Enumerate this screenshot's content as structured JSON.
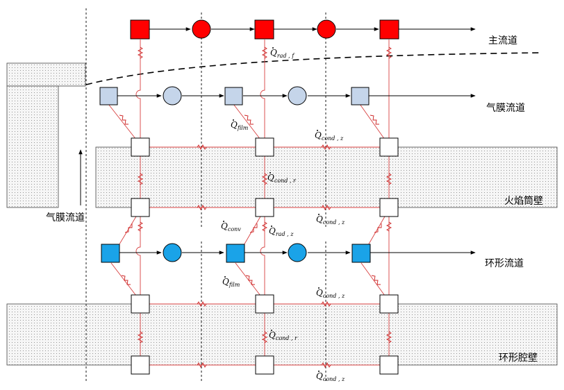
{
  "labels": {
    "main_channel": "主流道",
    "film_channel": "气膜流道",
    "flame_tube_wall": "火焰筒壁",
    "annular_channel": "环形流道",
    "annular_cavity_wall": "环形腔壁",
    "film_channel_vertical": "气膜流道"
  },
  "heat_terms": {
    "rad_f": {
      "symbol": "Q",
      "sub": "rad , f"
    },
    "film_1": {
      "symbol": "Q",
      "sub": "film"
    },
    "cond_z_1": {
      "symbol": "Q",
      "sub": "cond , z"
    },
    "cond_r_1": {
      "symbol": "Q",
      "sub": "cond , r"
    },
    "cond_z_2": {
      "symbol": "Q",
      "sub": "cond , z"
    },
    "conv": {
      "symbol": "Q",
      "sub": "conv"
    },
    "rad_z": {
      "symbol": "Q",
      "sub": "rad , z"
    },
    "film_2": {
      "symbol": "Q",
      "sub": "film"
    },
    "cond_z_3": {
      "symbol": "Q",
      "sub": "cond , z"
    },
    "cond_r_2": {
      "symbol": "Q",
      "sub": "cond , r"
    },
    "cond_z_4": {
      "symbol": "Q",
      "sub": "cond , z"
    }
  },
  "colors": {
    "main_node": "#ff0000",
    "film_node": "#c5d5ea",
    "annular_node": "#1aa3e8",
    "wall_node": "#ffffff",
    "resistor": "#cc2020",
    "connector": "#d84040",
    "flow": "#000000",
    "wall_fill": "#f4f4f4",
    "dots": "#888888"
  }
}
